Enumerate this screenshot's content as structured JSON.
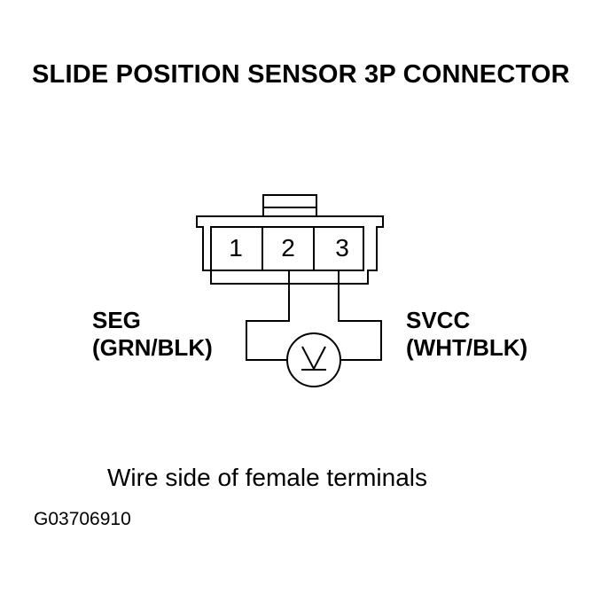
{
  "title": "SLIDE POSITION SENSOR 3P CONNECTOR",
  "connector": {
    "pins": [
      "1",
      "2",
      "3"
    ]
  },
  "wires": {
    "left": {
      "name": "SEG",
      "color": "(GRN/BLK)"
    },
    "right": {
      "name": "SVCC",
      "color": "(WHT/BLK)"
    }
  },
  "meter": {
    "symbol": "V"
  },
  "caption": "Wire side of female terminals",
  "figure_code": "G03706910"
}
